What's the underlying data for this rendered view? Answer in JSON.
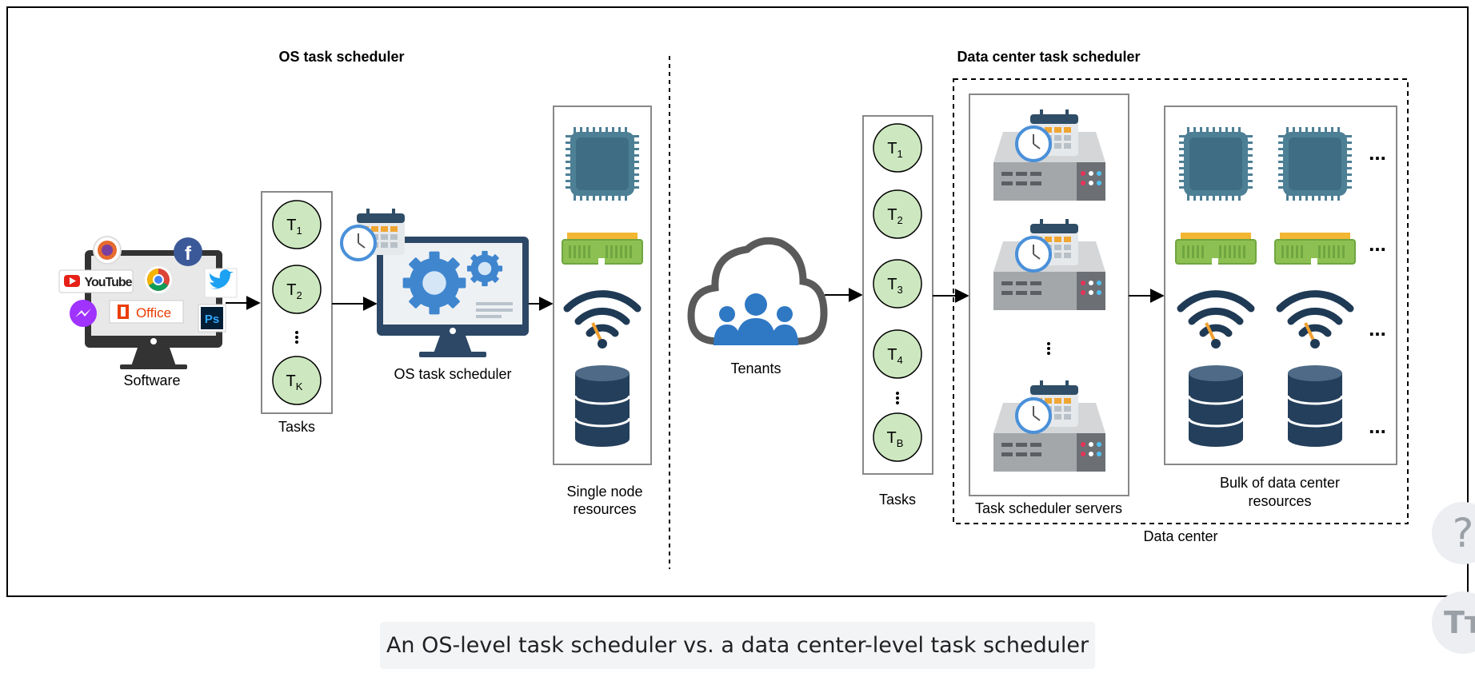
{
  "diagram": {
    "os_section": {
      "header": "OS task scheduler",
      "software_label": "Software",
      "app_logos": {
        "youtube": "YouTube",
        "office": "Office",
        "photoshop": "Ps",
        "facebook": "f"
      },
      "tasks_label": "Tasks",
      "tasks": [
        {
          "base": "T",
          "sub": "1"
        },
        {
          "base": "T",
          "sub": "2"
        },
        {
          "base": "T",
          "sub": "K"
        }
      ],
      "scheduler_label": "OS task scheduler",
      "resources_label_line1": "Single node",
      "resources_label_line2": "resources"
    },
    "dc_section": {
      "header": "Data center task scheduler",
      "tenants_label": "Tenants",
      "tasks_label": "Tasks",
      "tasks": [
        {
          "base": "T",
          "sub": "1"
        },
        {
          "base": "T",
          "sub": "2"
        },
        {
          "base": "T",
          "sub": "3"
        },
        {
          "base": "T",
          "sub": "4"
        },
        {
          "base": "T",
          "sub": "B"
        }
      ],
      "servers_label": "Task scheduler servers",
      "resources_label_line1": "Bulk of data center",
      "resources_label_line2": "resources",
      "data_center_label": "Data center",
      "ellipsis": "..."
    },
    "icons": [
      "cpu-chip-icon",
      "ram-module-icon",
      "wifi-icon",
      "database-icon",
      "server-icon",
      "calendar-icon",
      "clock-icon",
      "cloud-users-icon",
      "monitor-gears-icon",
      "monitor-apps-icon"
    ]
  },
  "caption": "An OS-level task scheduler vs. a data center-level task scheduler",
  "controls": {
    "help_icon": "?",
    "font_icon": "Tт"
  }
}
